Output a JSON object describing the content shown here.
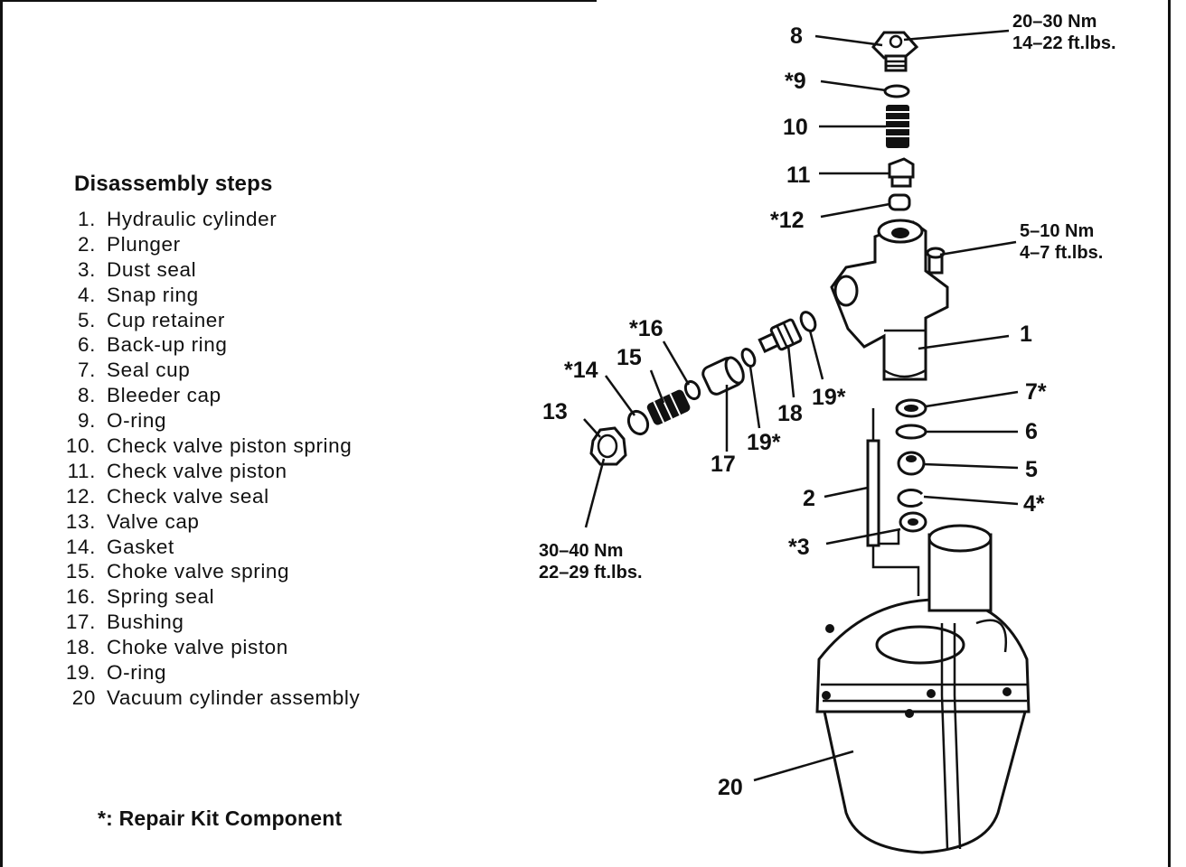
{
  "legend": {
    "title": "Disassembly steps",
    "steps": [
      {
        "num": "1.",
        "label": "Hydraulic cylinder"
      },
      {
        "num": "2.",
        "label": "Plunger"
      },
      {
        "num": "3.",
        "label": "Dust seal"
      },
      {
        "num": "4.",
        "label": "Snap ring"
      },
      {
        "num": "5.",
        "label": "Cup retainer"
      },
      {
        "num": "6.",
        "label": "Back-up ring"
      },
      {
        "num": "7.",
        "label": "Seal cup"
      },
      {
        "num": "8.",
        "label": "Bleeder cap"
      },
      {
        "num": "9.",
        "label": "O-ring"
      },
      {
        "num": "10.",
        "label": "Check valve piston spring"
      },
      {
        "num": "11.",
        "label": "Check valve piston"
      },
      {
        "num": "12.",
        "label": "Check valve seal"
      },
      {
        "num": "13.",
        "label": "Valve cap"
      },
      {
        "num": "14.",
        "label": "Gasket"
      },
      {
        "num": "15.",
        "label": "Choke valve spring"
      },
      {
        "num": "16.",
        "label": "Spring seal"
      },
      {
        "num": "17.",
        "label": "Bushing"
      },
      {
        "num": "18.",
        "label": "Choke valve piston"
      },
      {
        "num": "19.",
        "label": "O-ring"
      },
      {
        "num": "20",
        "label": "Vacuum cylinder assembly"
      }
    ],
    "footnote": "*: Repair Kit Component"
  },
  "callouts": {
    "c8": "8",
    "c9": "*9",
    "c10": "10",
    "c11": "11",
    "c12": "*12",
    "c1": "1",
    "c7": "7*",
    "c6": "6",
    "c5": "5",
    "c4": "4*",
    "c2": "2",
    "c3": "*3",
    "c20": "20",
    "c13": "13",
    "c14": "*14",
    "c15": "15",
    "c16": "*16",
    "c17": "17",
    "c18": "18",
    "c19a": "19*",
    "c19b": "19*"
  },
  "torques": {
    "bleeder": {
      "nm": "20–30 Nm",
      "ftlb": "14–22 ft.lbs."
    },
    "bolt": {
      "nm": "5–10 Nm",
      "ftlb": "4–7 ft.lbs."
    },
    "valve_cap": {
      "nm": "30–40 Nm",
      "ftlb": "22–29 ft.lbs."
    }
  }
}
